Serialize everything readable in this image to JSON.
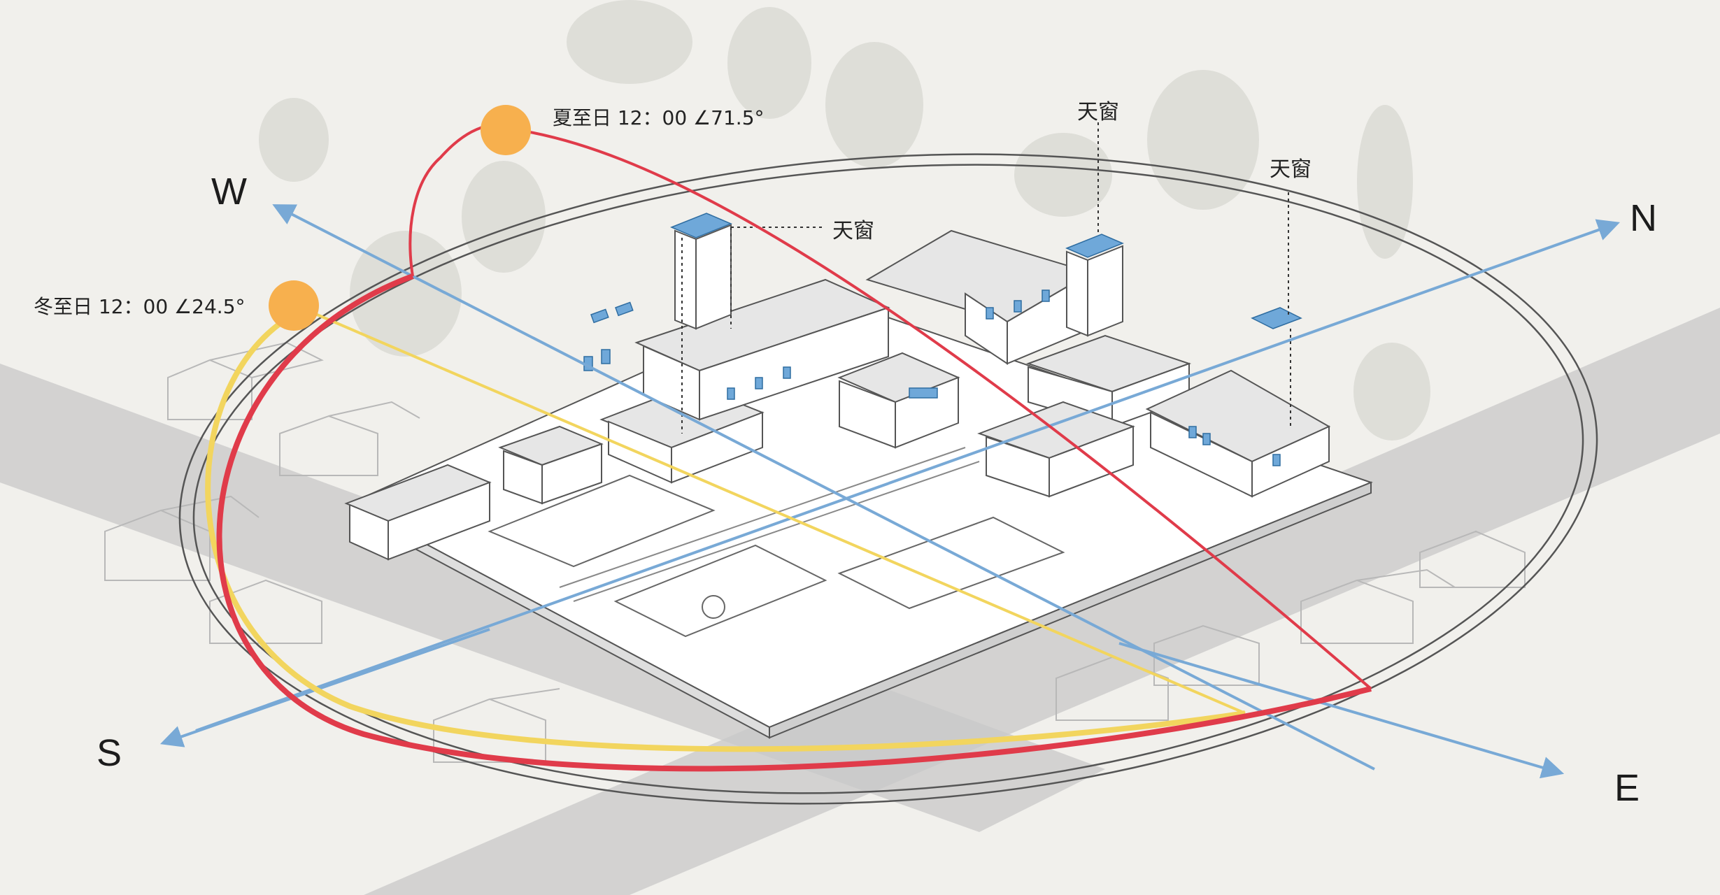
{
  "directions": {
    "west": "W",
    "north": "N",
    "south": "S",
    "east": "E"
  },
  "sun": {
    "summer_label": "夏至日 12：00  ∠71.5°",
    "winter_label": "冬至日 12：00  ∠24.5°"
  },
  "skylights": {
    "label_a": "天窗",
    "label_b": "天窗",
    "label_c": "天窗"
  },
  "colors": {
    "summer_path": "#e03b4a",
    "winter_path": "#f2d55e",
    "axis": "#78a9d6",
    "sun": "#f7b04e",
    "road": "#c8c8c8",
    "orbit": "#555555"
  }
}
